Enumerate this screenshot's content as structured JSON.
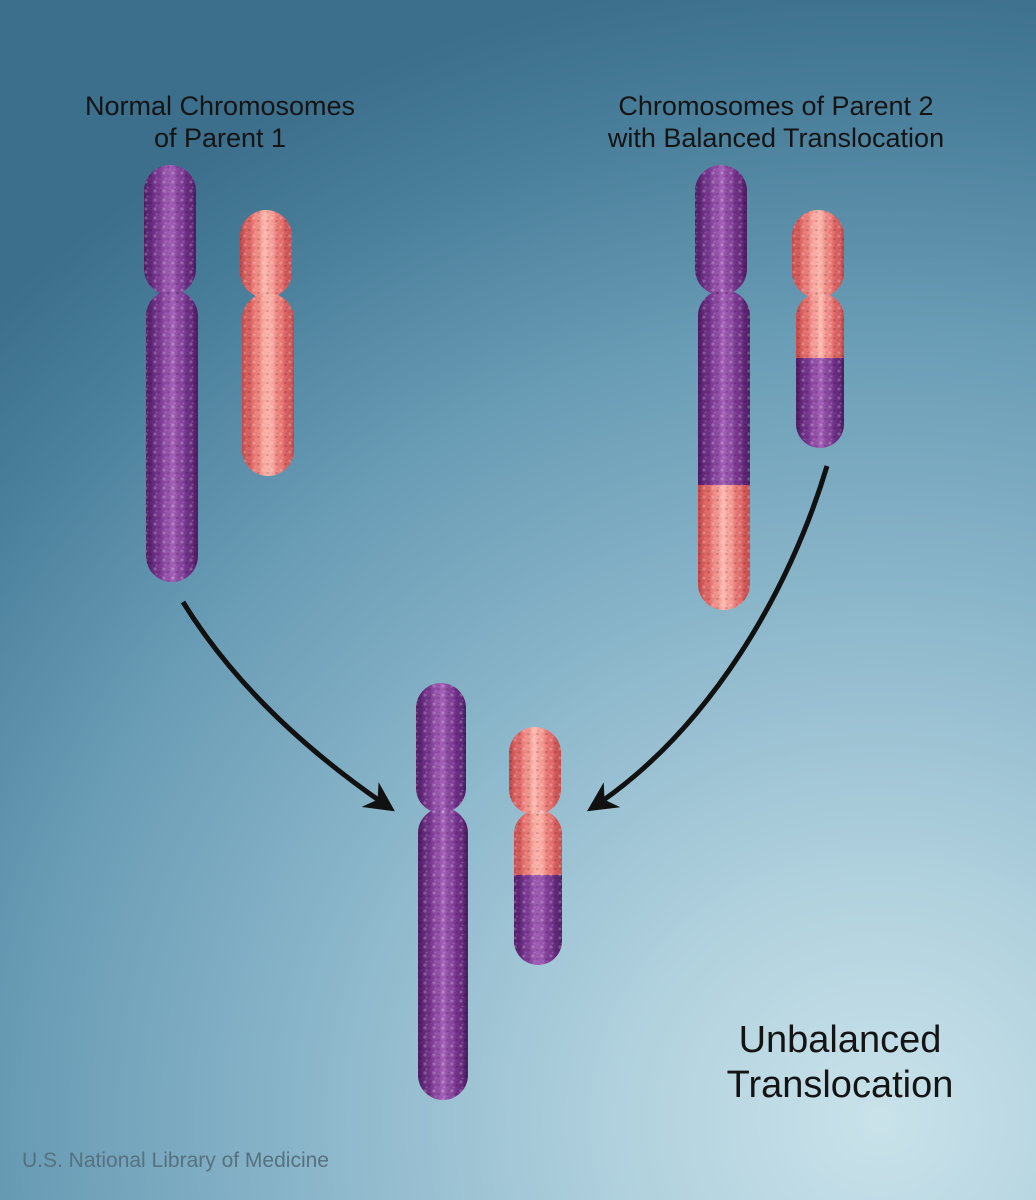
{
  "parent1": {
    "label_line1": "Normal Chromosomes",
    "label_line2": "of Parent 1"
  },
  "parent2": {
    "label_line1": "Chromosomes of Parent 2",
    "label_line2": "with Balanced Translocation"
  },
  "result": {
    "label_line1": "Unbalanced",
    "label_line2": "Translocation"
  },
  "credit": "U.S. National Library of Medicine",
  "colors": {
    "purple_chromosome": "#7a2e8f",
    "pink_chromosome": "#e8736f",
    "arrow": "#111111"
  }
}
